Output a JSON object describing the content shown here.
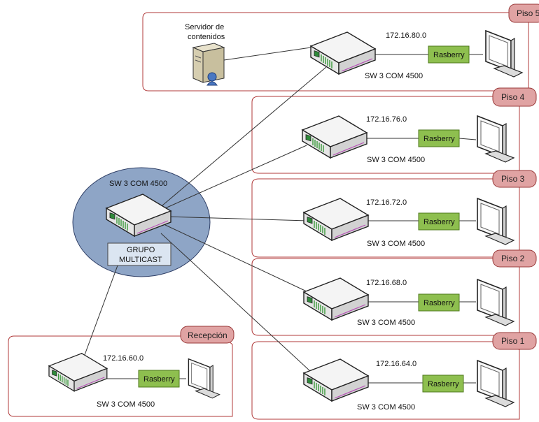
{
  "floors": [
    {
      "tag": "Piso 5",
      "network": "172.16.80.0",
      "switch_label": "SW 3 COM 4500",
      "rasberry": "Rasberry"
    },
    {
      "tag": "Piso 4",
      "network": "172.16.76.0",
      "switch_label": "SW 3 COM 4500",
      "rasberry": "Rasberry"
    },
    {
      "tag": "Piso 3",
      "network": "172.16.72.0",
      "switch_label": "SW 3 COM 4500",
      "rasberry": "Rasberry"
    },
    {
      "tag": "Piso 2",
      "network": "172.16.68.0",
      "switch_label": "SW 3 COM 4500",
      "rasberry": "Rasberry"
    },
    {
      "tag": "Piso 1",
      "network": "172.16.64.0",
      "switch_label": "SW 3 COM 4500",
      "rasberry": "Rasberry"
    }
  ],
  "reception": {
    "tag": "Recepción",
    "network": "172.16.60.0",
    "switch_label": "SW 3 COM 4500",
    "rasberry": "Rasberry"
  },
  "server": {
    "label_line1": "Servidor de",
    "label_line2": "contenidos"
  },
  "core": {
    "switch_label": "SW 3 COM 4500",
    "group_line1": "GRUPO",
    "group_line2": "MULTICAST"
  },
  "colors": {
    "frame": "#b03a3a",
    "tag_fill": "#e0a3a3",
    "rasberry_fill": "#8ebf4f",
    "rasberry_border": "#4f7a1e",
    "core_ellipse": "#8ea5c6",
    "group_box": "#dbe5f1"
  }
}
